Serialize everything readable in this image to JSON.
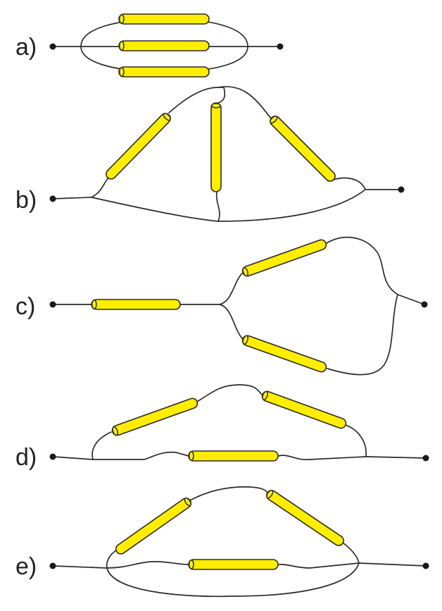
{
  "colors": {
    "resistor_fill": "#ffee00",
    "wire": "#2b2b2b",
    "terminal": "#1a1a1a",
    "label": "#222222"
  },
  "circuits": [
    {
      "id": "a",
      "label": "a)"
    },
    {
      "id": "b",
      "label": "b)"
    },
    {
      "id": "c",
      "label": "c)"
    },
    {
      "id": "d",
      "label": "d)"
    },
    {
      "id": "e",
      "label": "e)"
    }
  ]
}
